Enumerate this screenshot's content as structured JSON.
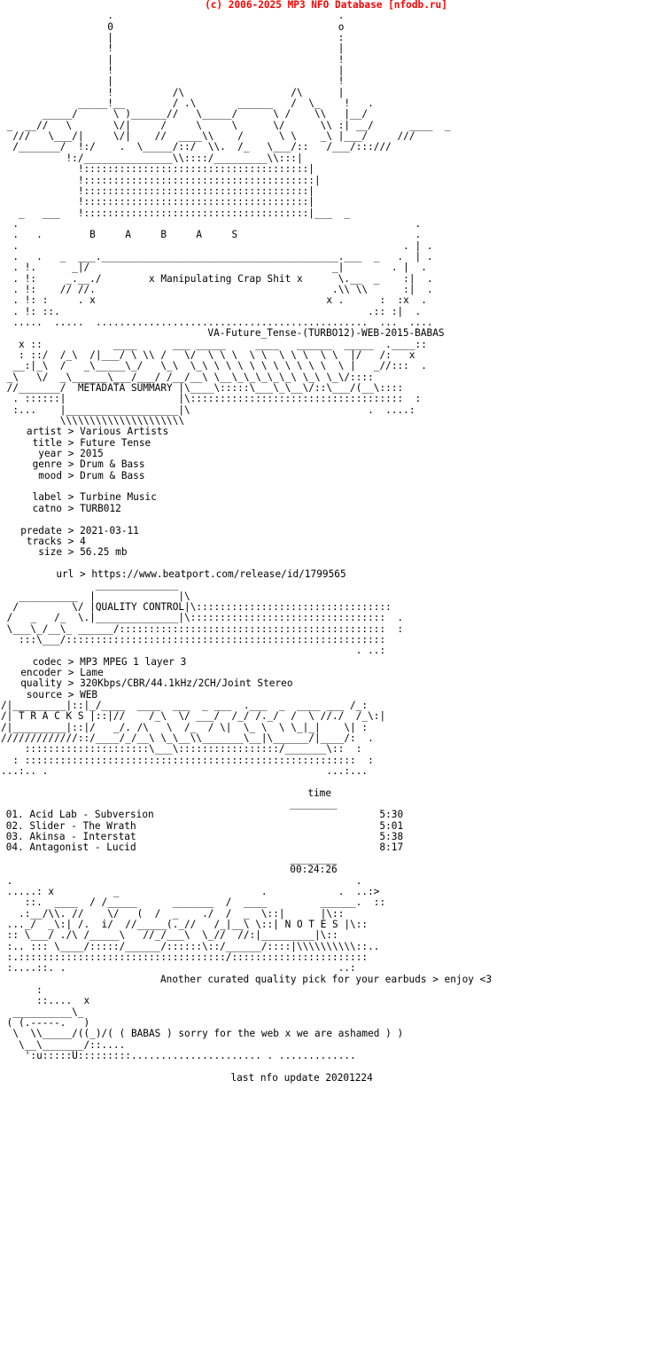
{
  "credit": {
    "text": "(c) 2006-2025 MP3 NFO Database [nfodb.ru]",
    "color": "#ff0000"
  },
  "release": {
    "name": "VA-Future_Tense-(TURBO12)-WEB-2015-BABAS",
    "group": "BABAS",
    "group_tagline": "x Manipulating Crap Shit x",
    "group_letters": "B     A     B     A     S"
  },
  "sections": {
    "metadata_banner_label": "METADATA SUMMARY",
    "quality_banner_label": "QUALITY CONTROL",
    "tracks_banner_label": "T R A C K S",
    "notes_banner_label": "N O T E S"
  },
  "metadata": {
    "fields": [
      {
        "label": "artist",
        "sep": ">",
        "value": "Various Artists"
      },
      {
        "label": "title",
        "sep": ">",
        "value": "Future Tense"
      },
      {
        "label": "year",
        "sep": ">",
        "value": "2015"
      },
      {
        "label": "genre",
        "sep": ">",
        "value": "Drum & Bass"
      },
      {
        "label": "mood",
        "sep": ">",
        "value": "Drum & Bass"
      },
      {
        "label": "label",
        "sep": ">",
        "value": "Turbine Music"
      },
      {
        "label": "catno",
        "sep": ">",
        "value": "TURB012"
      },
      {
        "label": "predate",
        "sep": ">",
        "value": "2021-03-11"
      },
      {
        "label": "tracks",
        "sep": ">",
        "value": "4"
      },
      {
        "label": "size",
        "sep": ">",
        "value": "56.25 mb"
      },
      {
        "label": "url",
        "sep": ">",
        "value": "https://www.beatport.com/release/id/1799565"
      }
    ]
  },
  "quality": {
    "fields": [
      {
        "label": "codec",
        "sep": ">",
        "value": "MP3 MPEG 1 layer 3"
      },
      {
        "label": "encoder",
        "sep": ">",
        "value": "Lame"
      },
      {
        "label": "quality",
        "sep": ">",
        "value": "320Kbps/CBR/44.1kHz/2CH/Joint Stereo"
      },
      {
        "label": "source",
        "sep": ">",
        "value": "WEB"
      }
    ]
  },
  "tracklist": {
    "time_header": "time",
    "tracks": [
      {
        "num": "01.",
        "title": "Acid Lab - Subversion",
        "time": "5:30"
      },
      {
        "num": "02.",
        "title": "Slider - The Wrath",
        "time": "5:01"
      },
      {
        "num": "03.",
        "title": "Akinsa - Interstat",
        "time": "5:38"
      },
      {
        "num": "04.",
        "title": "Antagonist - Lucid",
        "time": "8:17"
      }
    ],
    "total_time": "00:24:26"
  },
  "notes": {
    "text": "Another curated quality pick for your earbuds > enjoy <3"
  },
  "footer": {
    "greet": "( ( BABAS ) sorry for the web x we are ashamed ) )",
    "last_update": "last nfo update 20201224"
  },
  "ascii": {
    "header_art": "                  .                                      .\n                  0                                      o\n                  |                                      :\n                  !                                      |\n                  |                                      !\n                  !                                      |\n                  |                                      !\n                  !          /\\                  /\\      |\n             _____!__        / .\\       ______   /  \\_    !   .\n       _____/      \\ )______//   \\_____/      \\ /    \\\\   |__/\n _  __//   \\       \\/|     /     \\     \\      \\/      \\\\ :| __/      ____  _\n  ///   \\___/|     \\/|    //  ____\\\\    /      \\ \\    _\\ |___/     ///\n  /_______/  !:/    .  \\_____/::/  \\\\.  /_   \\___/::   /___/:::///\n           !:/_______________\\\\::::/_________\\\\:::|",
    "header_hatch_rows": [
      "             !::::::::::::::::::::::::::::::::::::::|",
      "             !:::::::::::::::::::::::::::::::::::::::|",
      "             !::::::::::::::::::::::::::::::::::::::|",
      "             !::::::::::::::::::::::::::::::::::::::|",
      "   _   ___   !::::::::::::::::::::::::::::::::::::::|___  _"
    ],
    "panel_art": "  .                                                                   .\n  .   .        B     A     B     A     S                              .\n  .                                                                 . | .\n  .   .   _  ___.________________________________________.___  _   .  | .\n  . !.      _|/                                         _|        . |  .\n  . !:     _.__./        x Manipulating Crap Shit x      \\.__  _    :|  .\n  . !:    // //.                                        .\\\\ \\\\      :|  .\n  . !: :     . x                                       x .      :  :x  .\n  . !: ::.                                                    .:: :|  .\n  .....  .....  ..............................................  ...  ....",
    "metadata_banner": "   x ::            ____      ___ _____     ____   ______  _____  .____::\n   : ::/  /_\\  /|___/ \\ \\\\ /   \\/  \\ \\ \\  \\ \\  \\ \\ \\  \\ \\  |/   /:   x\n  __:|_\\  /   _\\_____\\_/   \\_\\  \\_\\ \\ \\ \\ \\ \\ \\ \\ \\ \\ \\  \\ |   _//:::  .\n _\\   \\/  _\\______\\___/___/ /__/__\\ \\__\\_\\_\\_\\_\\_\\ \\_\\ \\_\\/::::\n //_______/  METADATA SUMMARY |\\____\\:::::\\___\\_\\__\\/::\\___/(__\\::::\n  . ::::::|                   |\\::::::::::::::::::::::::::::::::::::  :\n  :...    |___________________|\\                              .  ....:\n          \\\\\\\\\\\\\\\\\\\\\\\\\\\\\\\\\\\\\\\\\\",
    "quality_banner": "                ______________\n   __________  |              |\\\n  /         \\/ |QUALITY CONTROL|\\:::::::::::::::::::::::::::::::::\n /   _   /_  \\.|______________|\\:::::::::::::::::::::::::::::::::  .\n \\___\\_/__\\_ ______/:::::::::::::::::::::::::::::::::::::::::::::  :\n   :::\\___/::::::::::::::::::::::::::::::::::::::::::::::::::::::\n                                                            . ..:",
    "tracks_banner": "/|_________|::|_/____  ____  ___  _ ___  .___  _  ____ ___ /_:\n/| T R A C K S |::|//    /_\\  \\/ ___/  /_/ /._/  /  \\ //./  /_\\:|\n/|_________|::|/   _/. /\\   \\  /_  / \\|  \\_ \\  \\ \\_|_|    \\| :\n/////////////::/____/_/__\\ \\_\\__\\\\_______\\__|\\______/|____/:  .\n    :::::::::::::::::::::\\___\\:::::::::::::::::/_______\\::  :\n  : ::::::::::::::::::::::::::::::::::::::::::::::::::::::::  :\n...:.. .                                               ...:...",
    "notes_banner": " .                                                          .\n .....: x          _                        .            .  ..:>\n    ::.  ____  / /_____      _______  /  ____         ______.  ::\n   .:__/\\\\. //    \\/   (  /  _    ./  /  _  \\::|      |\\::\n ..._/  _\\:| /.  i/  //_____(._//   /_|__\\ \\::| N O T E S |\\::\n :: \\___/ ./\\ /_____\\   //_/___\\  \\_//  //:|_________|\\::\n :.. ::: \\____/:::::/______/::::::\\::/______/::::|\\\\\\\\\\\\\\\\\\\\::..\n :.:::::::::::::::::::::::::::::::::::/:::::::::::::::::::::::\n :....::. .                                              ..:",
    "footer_art": "      :\n      ::....  x\n  __________\\_  \n ( (.-----.   )\n  \\  \\\\_____/((_)/",
    "footer_art_tail": "   \\__\\_______/::....\n    ':u:::::U:::::::::...................... . ............."
  }
}
